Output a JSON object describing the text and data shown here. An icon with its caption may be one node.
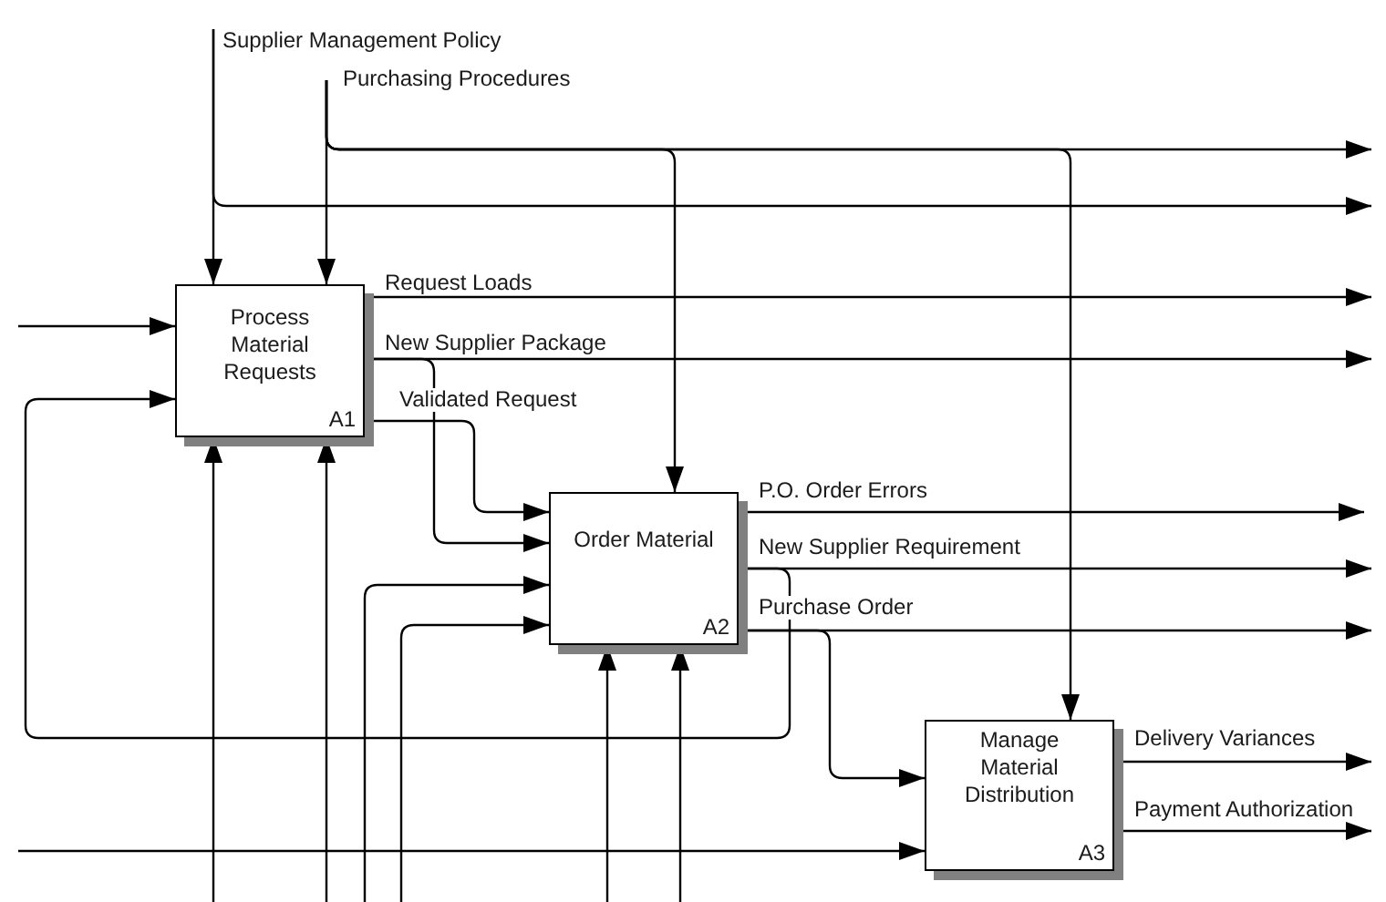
{
  "diagram": {
    "nodes": [
      {
        "text": [
          "Supplier Management Policy"
        ]
      },
      {
        "text": [
          "Purchasing Procedures"
        ]
      },
      {
        "text": [
          "Process Material Requests",
          "A1"
        ]
      },
      {
        "text": [
          "Order Material",
          "A2"
        ]
      },
      {
        "text": [
          "Manage Material Distribution",
          "A3"
        ]
      }
    ],
    "edges": [
      {
        "from": 0,
        "to": 2,
        "arrow": "to"
      },
      {
        "from": 0,
        "to": null,
        "arrow": "to"
      },
      {
        "from": 1,
        "to": 2,
        "arrow": "to"
      },
      {
        "from": 1,
        "to": null,
        "arrow": "to"
      },
      {
        "from": 1,
        "to": 3,
        "arrow": "to"
      },
      {
        "from": 1,
        "to": 4,
        "arrow": "to"
      },
      {
        "from": null,
        "to": 2,
        "arrow": "to"
      },
      {
        "from": 2,
        "to": null,
        "arrow": "to",
        "label": "Request Loads"
      },
      {
        "from": 2,
        "to": null,
        "arrow": "to",
        "label": "New Supplier Package"
      },
      {
        "from": 2,
        "to": 3,
        "arrow": "to"
      },
      {
        "from": 2,
        "to": 3,
        "arrow": "to",
        "label": "Validated Request"
      },
      {
        "from": null,
        "to": 2,
        "arrow": "to"
      },
      {
        "from": null,
        "to": 2,
        "arrow": "to"
      },
      {
        "from": 3,
        "to": null,
        "arrow": "to",
        "label": "P.O. Order Errors"
      },
      {
        "from": 3,
        "to": null,
        "arrow": "to",
        "label": "New Supplier Requirement"
      },
      {
        "from": 3,
        "to": 2,
        "arrow": "to"
      },
      {
        "from": 3,
        "to": null,
        "arrow": "to",
        "label": "Purchase Order"
      },
      {
        "from": 3,
        "to": 4,
        "arrow": "to"
      },
      {
        "from": null,
        "to": 3,
        "arrow": "to"
      },
      {
        "from": null,
        "to": 3,
        "arrow": "to"
      },
      {
        "from": null,
        "to": 3,
        "arrow": "to"
      },
      {
        "from": null,
        "to": 3,
        "arrow": "to"
      },
      {
        "from": 4,
        "to": null,
        "arrow": "to",
        "label": "Delivery Variances"
      },
      {
        "from": 4,
        "to": null,
        "arrow": "to",
        "label": "Payment Authorization"
      },
      {
        "from": null,
        "to": 4,
        "arrow": "to"
      }
    ]
  }
}
